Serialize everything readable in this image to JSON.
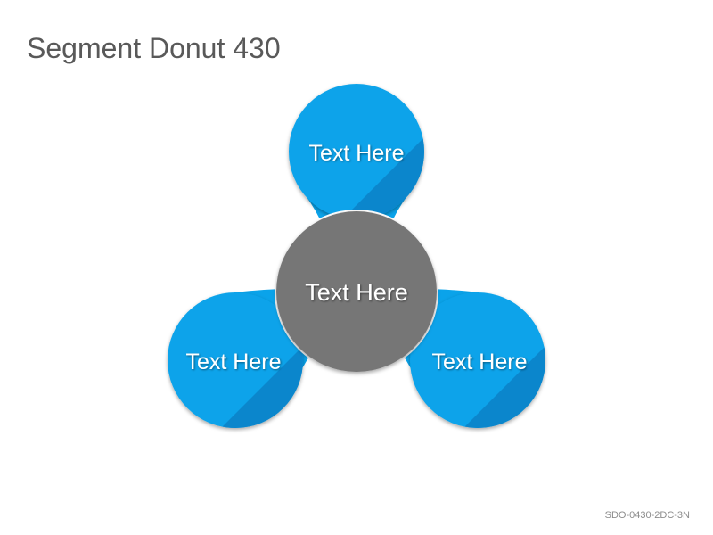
{
  "title": "Segment Donut 430",
  "center": {
    "label": "Text Here"
  },
  "segments": [
    {
      "label": "Text Here"
    },
    {
      "label": "Text Here"
    },
    {
      "label": "Text Here"
    }
  ],
  "code": "SDO-0430-2DC-3N",
  "colors": {
    "segment": "#0aa3ea",
    "segment_shade": "#0b86cc",
    "center": "#767676",
    "title": "#595959"
  }
}
